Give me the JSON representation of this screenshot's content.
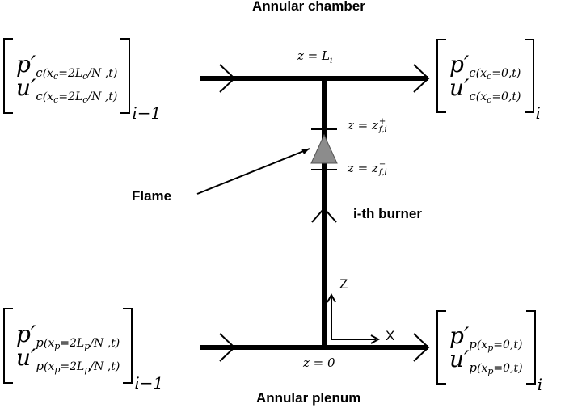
{
  "titles": {
    "chamber": "Annular chamber",
    "plenum": "Annular plenum",
    "flame": "Flame",
    "burner": "i-th burner",
    "axis_z": "Z",
    "axis_x": "X"
  },
  "levels": {
    "top": "z = L",
    "top_sub": "i",
    "zf_plus": "z = z",
    "zf_plus_sup": "+",
    "zf_plus_sub": "f,i",
    "zf_minus": "z = z",
    "zf_minus_sup": "−",
    "zf_minus_sub": "f,i",
    "bottom": "z = 0"
  },
  "vectors": {
    "chamber_left": {
      "p": "p′",
      "p_sub": "c",
      "p_arg": "(x",
      "arg_sub": "c",
      "arg_rest": "=2L",
      "arg_rest_sub": "c",
      "arg_tail": "/N ,t)",
      "u": "u′",
      "u_sub": "c",
      "index": "i−1"
    },
    "chamber_right": {
      "p": "p′",
      "p_sub": "c",
      "p_arg": "(x",
      "arg_sub": "c",
      "arg_tail": "=0,t)",
      "u": "u′",
      "u_sub": "c",
      "index": "i"
    },
    "plenum_left": {
      "p": "p′",
      "p_sub": "p",
      "p_arg": "(x",
      "arg_sub": "p",
      "arg_rest": "=2L",
      "arg_rest_sub": "p",
      "arg_tail": "/N ,t)",
      "u": "u′",
      "u_sub": "p",
      "index": "i−1"
    },
    "plenum_right": {
      "p": "p′",
      "p_sub": "p",
      "p_arg": "(x",
      "arg_sub": "p",
      "arg_tail": "=0,t)",
      "u": "u′",
      "u_sub": "p",
      "index": "i"
    }
  },
  "colors": {
    "line": "#000000",
    "flame": "#8c8c8c"
  }
}
